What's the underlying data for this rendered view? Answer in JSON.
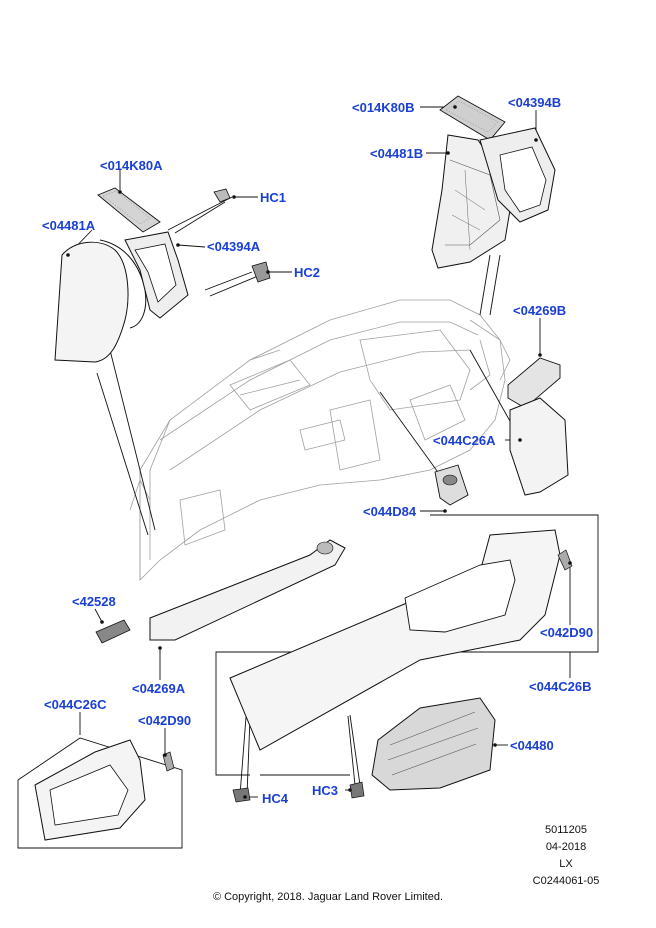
{
  "callouts": {
    "c014K80A": "<014K80A",
    "c04481A": "<04481A",
    "c04394A": "<04394A",
    "cHC1": "HC1",
    "cHC2": "HC2",
    "c014K80B": "<014K80B",
    "c04394B": "<04394B",
    "c04481B": "<04481B",
    "c04269B": "<04269B",
    "c044C26A": "<044C26A",
    "c044D84": "<044D84",
    "c42528": "<42528",
    "c04269A": "<04269A",
    "c042D90a": "<042D90",
    "c044C26B": "<044C26B",
    "c044C26C": "<044C26C",
    "c042D90b": "<042D90",
    "c04480": "<04480",
    "cHC3": "HC3",
    "cHC4": "HC4"
  },
  "meta": {
    "doc_number": "5011205",
    "date": "04-2018",
    "model": "LX",
    "ref": "C0244061-05"
  },
  "copyright": "© Copyright, 2018. Jaguar Land Rover Limited.",
  "colors": {
    "callout": "#1a3fd6",
    "line": "#1a1a1a",
    "ghost": "#9a9a9a",
    "part_fill": "#f2f2f2",
    "part_shade": "#cfcfcf"
  }
}
